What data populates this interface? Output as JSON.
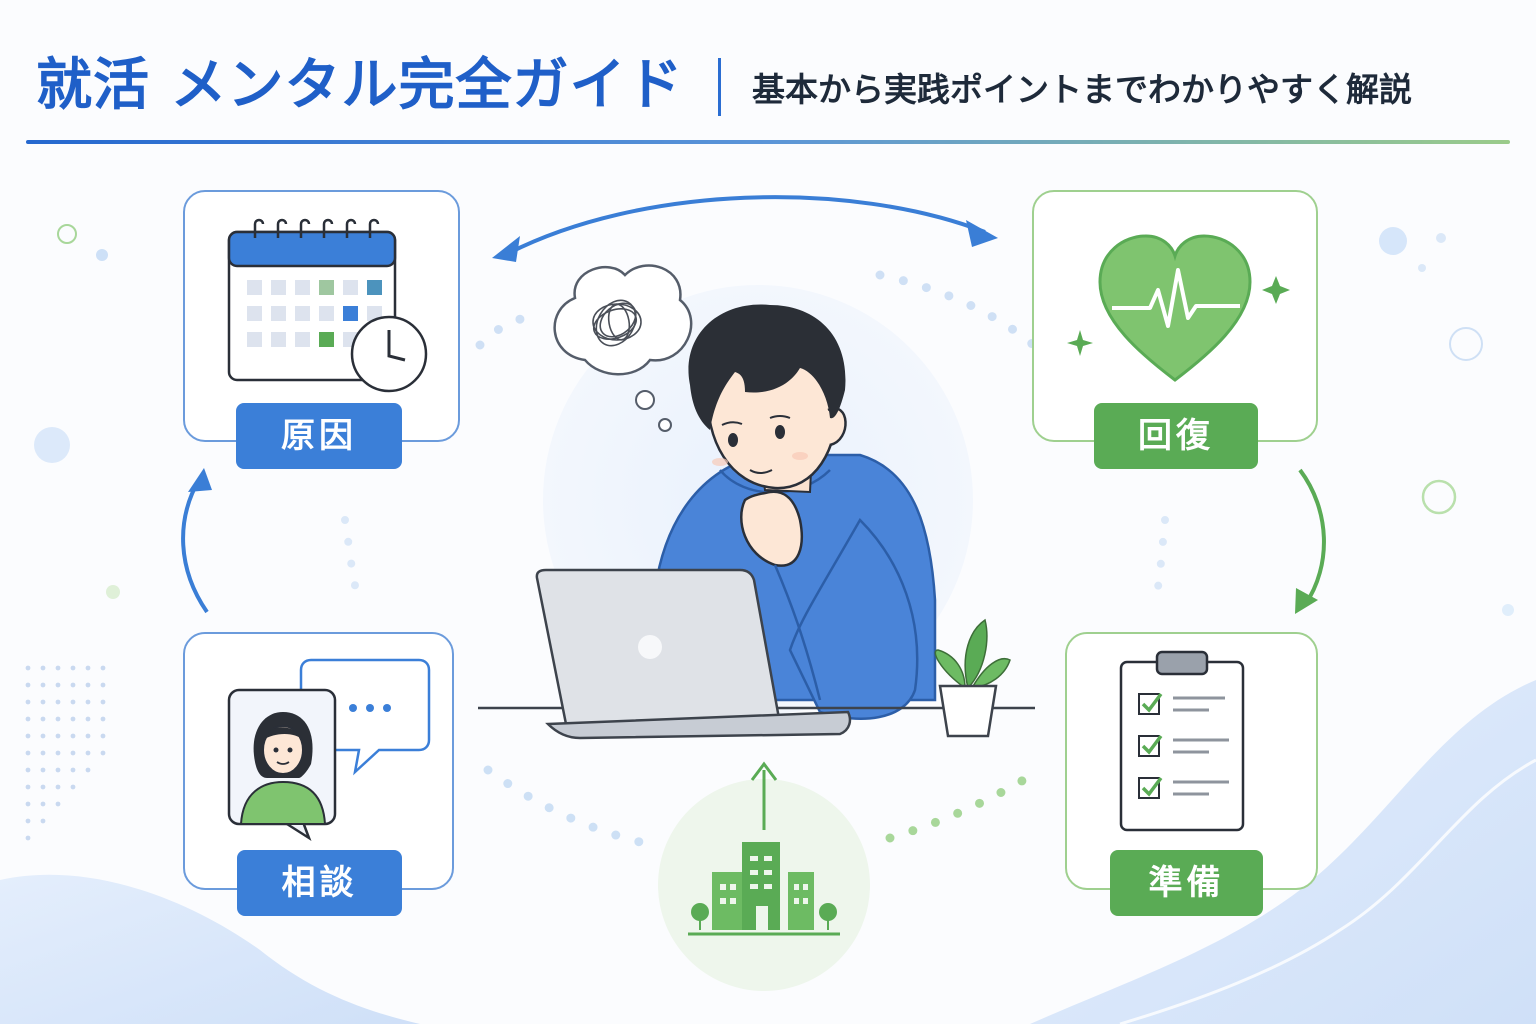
{
  "header": {
    "title": "就活 メンタル完全ガイド",
    "subtitle": "基本から実践ポイントまでわかりやすく解説"
  },
  "cycle": {
    "cause": {
      "label": "原因",
      "icon": "calendar-clock-icon"
    },
    "recovery": {
      "label": "回復",
      "icon": "heart-pulse-icon"
    },
    "preparation": {
      "label": "準備",
      "icon": "checklist-clipboard-icon"
    },
    "consultation": {
      "label": "相談",
      "icon": "chat-person-icon"
    }
  },
  "center": {
    "person": "person-with-laptop-icon",
    "thought": "tangled-thought-icon",
    "goal": "company-building-icon"
  },
  "colors": {
    "blue_accent": "#3b7fd8",
    "green_accent": "#5aab55",
    "title_blue": "#1f5fc8"
  }
}
